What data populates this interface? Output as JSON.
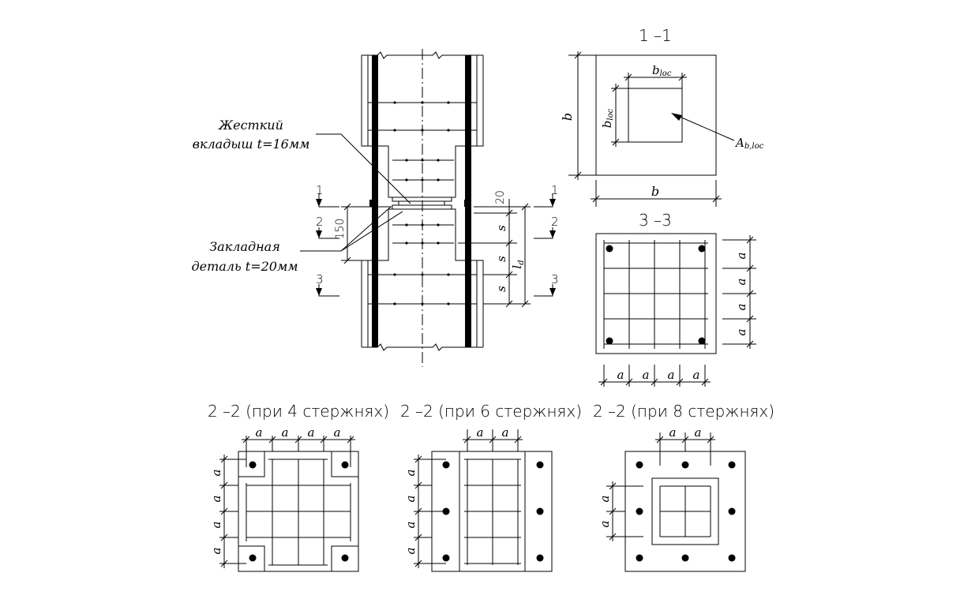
{
  "main_view": {
    "label_rigid_insert_line1": "Жесткий",
    "label_rigid_insert_line2": "вкладыш t=16мм",
    "label_embedded_line1": "Закладная",
    "label_embedded_line2": "деталь t=20мм",
    "dim_150": "150",
    "dim_20": "20",
    "dim_s": "s",
    "dim_ld": "l",
    "dim_ld_sub": "d",
    "cut_1": "1",
    "cut_2": "2",
    "cut_3": "3"
  },
  "section_1_1": {
    "title": "1 –1",
    "dim_b": "b",
    "dim_bloc": "b",
    "dim_bloc_sub": "loc",
    "area_label": "A",
    "area_label_sub": "b,loc"
  },
  "section_3_3": {
    "title": "3 –3",
    "dim_a": "a"
  },
  "section_2_2": {
    "title_4": "2 –2 (при 4 стержнях)",
    "title_6": "2 –2 (при 6 стержнях)",
    "title_8": "2 –2 (при 8 стержнях)",
    "dim_a": "a"
  }
}
